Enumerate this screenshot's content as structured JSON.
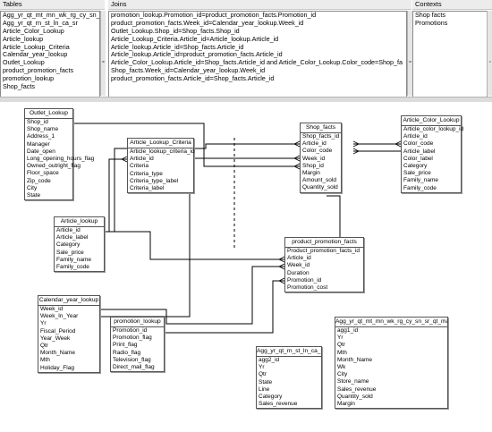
{
  "panes": {
    "tables": {
      "title": "Tables",
      "items": [
        "Agg_yr_qt_mt_mn_wk_rg_cy_sn_",
        "Agg_yr_qt_rn_st_ln_ca_sr",
        "Article_Color_Lookup",
        "Article_lookup",
        "Article_Lookup_Criteria",
        "Calendar_year_lookup",
        "Outlet_Lookup",
        "product_promotion_facts",
        "promotion_lookup",
        "Shop_facts"
      ]
    },
    "joins": {
      "title": "Joins",
      "items": [
        "promotion_lookup.Promotion_id=product_promotion_facts.Promotion_id",
        "product_promotion_facts.Week_id=Calendar_year_lookup.Week_id",
        "Outlet_Lookup.Shop_id=Shop_facts.Shop_id",
        "Article_Lookup_Criteria.Article_id=Article_lookup.Article_id",
        "Article_lookup.Article_id=Shop_facts.Article_id",
        "Article_lookup.Article_id=product_promotion_facts.Article_id",
        "Article_Color_Lookup.Article_id=Shop_facts.Article_id and Article_Color_Lookup.Color_code=Shop_fa",
        "Shop_facts.Week_id=Calendar_year_lookup.Week_id",
        "product_promotion_facts.Article_id=Shop_facts.Article_id"
      ]
    },
    "contexts": {
      "title": "Contexts",
      "items": [
        "Shop facts",
        "Promotions"
      ]
    }
  },
  "tables": {
    "outlet": {
      "name": "Outlet_Lookup",
      "columns": [
        "Shop_id",
        "Shop_name",
        "Address_1",
        "Manager",
        "Date_open",
        "Long_opening_hours_flag",
        "Owned_outright_flag",
        "Floor_space",
        "Zip_code",
        "City",
        "State"
      ]
    },
    "criteria": {
      "name": "Article_Lookup_Criteria",
      "columns": [
        "Article_lookup_criteria_id",
        "Article_id",
        "Criteria",
        "Criteria_type",
        "Criteria_type_label",
        "Criteria_label"
      ]
    },
    "shopfacts": {
      "name": "Shop_facts",
      "columns": [
        "Shop_facts_id",
        "Article_id",
        "Color_code",
        "Week_id",
        "Shop_id",
        "Margin",
        "Amount_sold",
        "Quantity_sold"
      ]
    },
    "color": {
      "name": "Article_Color_Lookup",
      "columns": [
        "Article_color_lookup_id",
        "Article_id",
        "Color_code",
        "Article_label",
        "Color_label",
        "Category",
        "Sale_price",
        "Family_name",
        "Family_code"
      ]
    },
    "article": {
      "name": "Article_lookup",
      "columns": [
        "Article_id",
        "Article_label",
        "Category",
        "Sale_price",
        "Family_name",
        "Family_code"
      ]
    },
    "ppf": {
      "name": "product_promotion_facts",
      "columns": [
        "Product_promotion_facts_id",
        "Article_id",
        "Week_id",
        "Duration",
        "Promotion_id",
        "Promotion_cost"
      ]
    },
    "calendar": {
      "name": "Calendar_year_lookup",
      "columns": [
        "Week_id",
        "Week_In_Year",
        "Yr",
        "Fiscal_Period",
        "Year_Week",
        "Qtr",
        "Month_Name",
        "Mth",
        "Holiday_Flag"
      ]
    },
    "promotion": {
      "name": "promotion_lookup",
      "columns": [
        "Promotion_id",
        "Promotion_flag",
        "Print_flag",
        "Radio_flag",
        "Television_flag",
        "Direct_mail_flag"
      ]
    },
    "agg2": {
      "name": "Agg_yr_qt_rn_st_ln_ca_sr",
      "columns": [
        "agg2_id",
        "Yr",
        "Qtr",
        "State",
        "Line",
        "Category",
        "Sales_revenue"
      ]
    },
    "agg1": {
      "name": "Agg_yr_qt_mt_mn_wk_rg_cy_sn_sr_qt_ma",
      "columns": [
        "agg1_id",
        "Yr",
        "Qtr",
        "Mth",
        "Month_Name",
        "Wk",
        "City",
        "Store_name",
        "Sales_revenue",
        "Quantity_sold",
        "Margin"
      ]
    }
  }
}
